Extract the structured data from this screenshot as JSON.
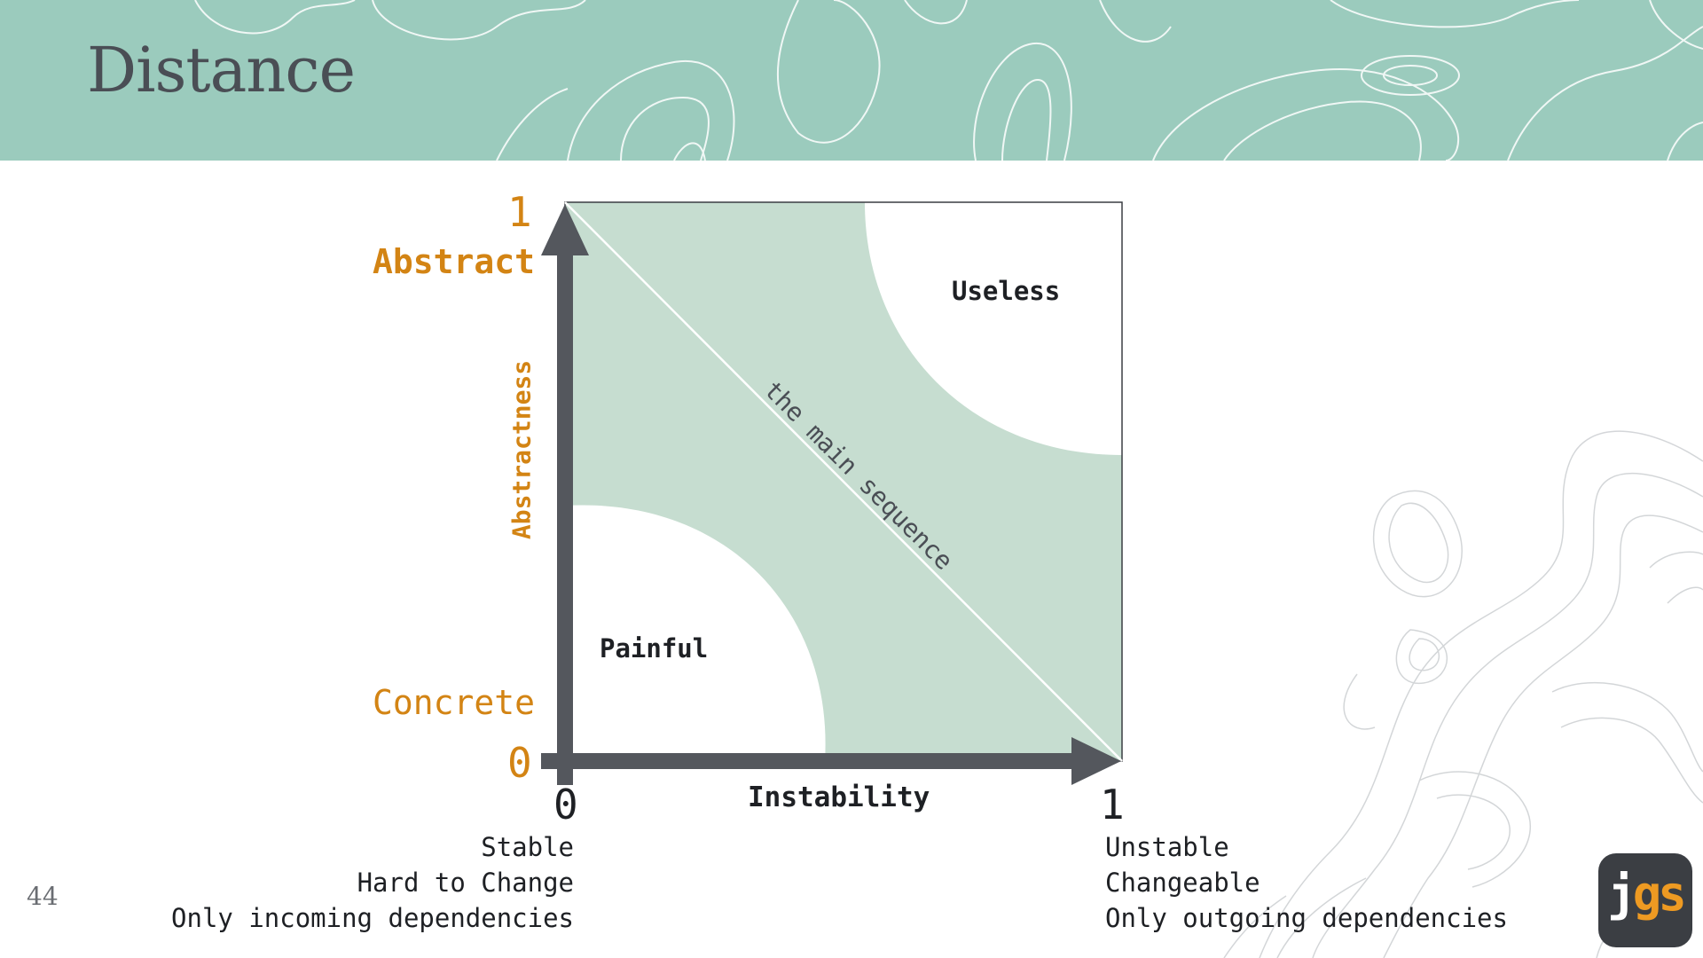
{
  "slide": {
    "title": "Distance",
    "number": "44"
  },
  "diagram": {
    "y_axis": {
      "label": "Abstractness",
      "top_value": "1",
      "top_label": "Abstract",
      "bottom_value": "0",
      "bottom_label": "Concrete"
    },
    "x_axis": {
      "label": "Instability",
      "left_value": "0",
      "right_value": "1",
      "left_notes": [
        "Stable",
        "Hard to Change",
        "Only incoming dependencies"
      ],
      "right_notes": [
        "Unstable",
        "Changeable",
        "Only outgoing dependencies"
      ]
    },
    "zones": {
      "top_right": "Useless",
      "bottom_left": "Painful",
      "diagonal": "the main sequence"
    }
  },
  "logo": {
    "left": "j",
    "right": "gs"
  },
  "colors": {
    "header": "#9bcbbd",
    "zone_fill": "#c6ddd0",
    "axis": "#54575d",
    "accent": "#d38414"
  }
}
